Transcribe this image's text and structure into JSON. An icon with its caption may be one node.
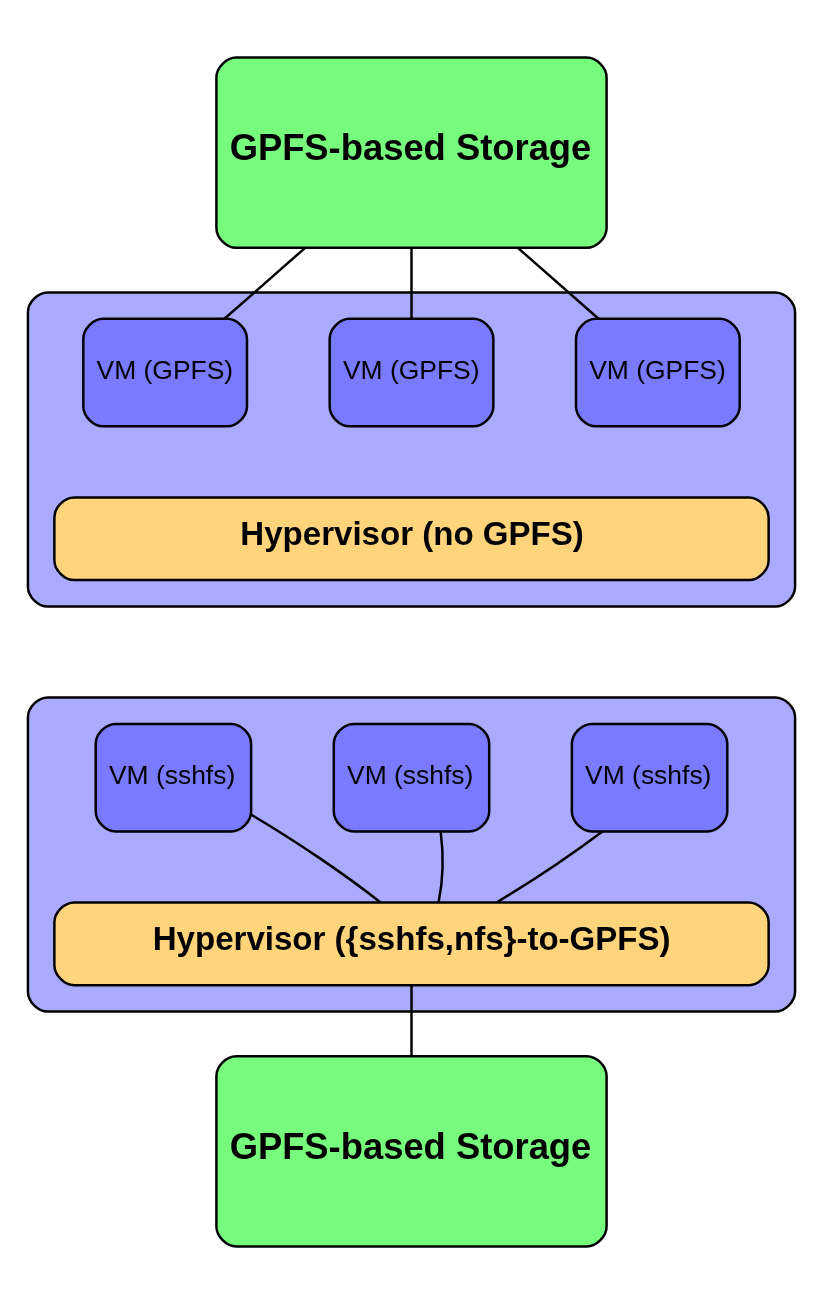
{
  "diagram": {
    "nodes": [
      {
        "text": [
          "GPFS-based Storage"
        ]
      },
      {
        "text": [],
        "shape": "box"
      },
      {
        "text": [
          "VM (GPFS)"
        ],
        "in": 1
      },
      {
        "text": [
          "VM (GPFS)"
        ],
        "in": 1
      },
      {
        "text": [
          "VM (GPFS)"
        ],
        "in": 1
      },
      {
        "text": [
          "Hypervisor (no GPFS)"
        ],
        "in": 1
      },
      {
        "text": [],
        "shape": "box"
      },
      {
        "text": [
          "VM (sshfs)"
        ],
        "in": 6
      },
      {
        "text": [
          "VM (sshfs)"
        ],
        "in": 6
      },
      {
        "text": [
          "VM (sshfs)"
        ],
        "in": 6
      },
      {
        "text": [
          "Hypervisor ({sshfs,nfs}-to-GPFS)"
        ],
        "in": 6
      },
      {
        "text": [
          "GPFS-based Storage"
        ]
      }
    ],
    "edges": [
      {
        "from": 0,
        "to": 2,
        "arrow": "none"
      },
      {
        "from": 0,
        "to": 3,
        "arrow": "none"
      },
      {
        "from": 0,
        "to": 4,
        "arrow": "none"
      },
      {
        "from": 7,
        "to": 10,
        "arrow": "none"
      },
      {
        "from": 8,
        "to": 10,
        "arrow": "none"
      },
      {
        "from": 9,
        "to": 10,
        "arrow": "none"
      },
      {
        "from": 10,
        "to": 11,
        "arrow": "none"
      }
    ]
  }
}
